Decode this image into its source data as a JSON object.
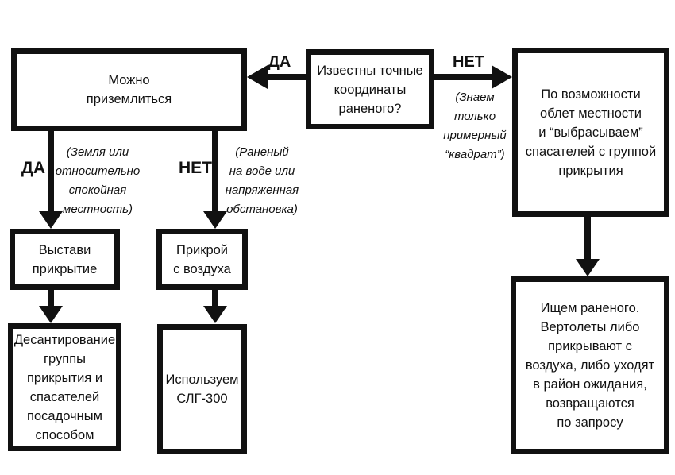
{
  "colors": {
    "ink": "#111111",
    "background": "#ffffff"
  },
  "diagram": {
    "question": {
      "text": "Известны точные\nкоординаты\nраненого?"
    },
    "can_land": {
      "text": "Можно\nприземлиться"
    },
    "overfly": {
      "text": "По возможности\nоблет местности\nи “выбрасываем”\nспасателей с группой\nприкрытия"
    },
    "set_cover": {
      "text": "Выстави\nприкрытие"
    },
    "cover_from_air": {
      "text": "Прикрой\nс воздуха"
    },
    "landing_party": {
      "text": "Десантирование\nгруппы\nприкрытия и\nспасателей\nпосадочным\nспособом"
    },
    "use_slg300": {
      "text": "Используем\nСЛГ-300"
    },
    "search_wounded": {
      "text": "Ищем раненого.\nВертолеты либо\nприкрывают с\nвоздуха, либо уходят\nв район ожидания,\nвозвращаются\nпо запросу"
    },
    "labels": {
      "yes_top": "ДА",
      "no_top": "НЕТ",
      "yes_branch": "ДА",
      "no_branch": "НЕТ"
    },
    "annotations": {
      "approx_square": "(Знаем\nтолько\nпримерный\n“квадрат”)",
      "calm_terrain": "(Земля или\nотносительно\nспокойная\nместность)",
      "water_tension": "(Раненый\nна воде или\nнапряженная\nобстановка)"
    }
  }
}
